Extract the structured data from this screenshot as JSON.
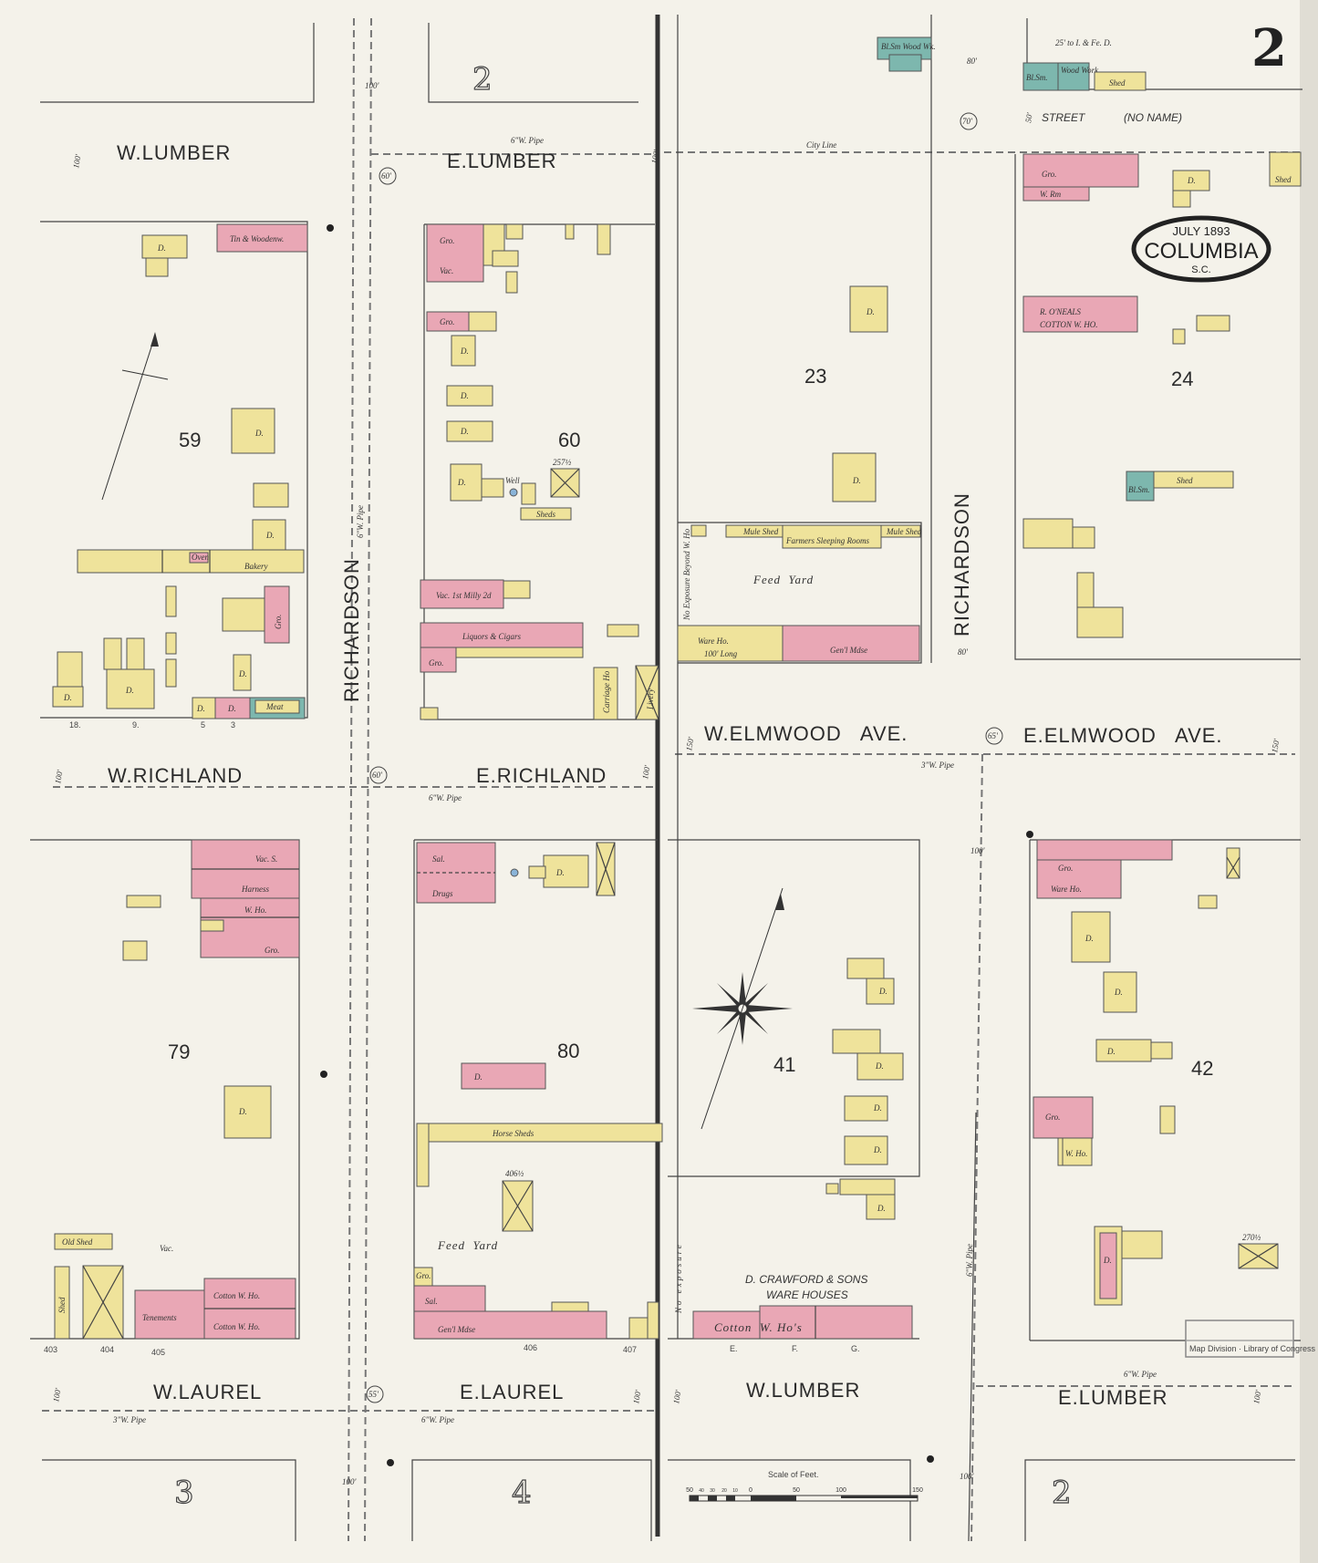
{
  "sheet": {
    "number": "2",
    "title": {
      "date": "JULY 1893",
      "city": "COLUMBIA",
      "state": "S.C."
    }
  },
  "colors": {
    "paper": "#f4f2ea",
    "brick": "#e9a7b5",
    "frame": "#efe39b",
    "stone": "#7db7ae"
  },
  "streets": {
    "w_lumber_top": "W.LUMBER",
    "e_lumber_top": "E.LUMBER",
    "w_richland": "W.RICHLAND",
    "e_richland": "E.RICHLAND",
    "w_laurel": "W.LAUREL",
    "e_laurel": "E.LAUREL",
    "w_lumber_bottom": "W.LUMBER",
    "e_lumber_bottom": "E.LUMBER",
    "richardson_west": "RICHARDSON",
    "richardson_east": "RICHARDSON",
    "w_elmwood": "W.ELMWOOD   AVE.",
    "e_elmwood": "E.ELMWOOD   AVE.",
    "no_name": "STREET",
    "no_name_note": "(NO NAME)",
    "city_line": "City Line"
  },
  "widths": {
    "w100": "100'",
    "w60": "60'",
    "w70": "70'",
    "w80": "80'",
    "w50": "50'",
    "w65": "65'",
    "w55": "55'",
    "w150": "150'"
  },
  "pipes": {
    "six": "6\"W. Pipe",
    "three": "3\"W. Pipe"
  },
  "blocks": {
    "b59": "59",
    "b60": "60",
    "b23": "23",
    "b24": "24",
    "b79": "79",
    "b80": "80",
    "b41": "41",
    "b42": "42"
  },
  "adjoining": {
    "top": "2",
    "bottom_left": "3",
    "bottom_mid": "4",
    "bottom_right": "2"
  },
  "labels": {
    "tin": "Tin & Woodenw.",
    "bakery": "Bakery",
    "oven": "Oven",
    "gro": "Gro.",
    "meat": "Meat",
    "d": "D.",
    "vac_milly": "Vac. 1st Milly 2d",
    "liquors": "Liquors & Cigars",
    "carriage": "Carriage Ho",
    "livery": "Livery",
    "sheds": "Sheds",
    "well": "Well",
    "num_257h": "257½",
    "bl_sm": "Bl.Sm.",
    "wood_wk": "Wood Work",
    "bl_sm_wood": "Bl.Sm Wood Wk.",
    "shed": "Shed",
    "w_rm": "W. Rm",
    "oneals": "R. O'NEALS",
    "cotton_who": "COTTON W. HO.",
    "mule_shed": "Mule Shed",
    "farmers": "Farmers Sleeping Rooms",
    "ware_ho": "Ware Ho.",
    "ware_ho_long": "100' Long",
    "genl_mdse": "Gen'l Mdse",
    "vac_s": "Vac. S.",
    "harness": "Harness",
    "w_ho": "W. Ho.",
    "cotton_w_ho": "Cotton W. Ho.",
    "tenements": "Tenements",
    "old_shed": "Old Shed",
    "vac": "Vac.",
    "sal": "Sal.",
    "drugs": "Drugs",
    "horse_sheds": "Horse Sheds",
    "num_406h": "406½",
    "cotton_whos": "Cotton  W. Ho's",
    "num_270h": "270½"
  },
  "notes": {
    "fire_dist": "25' to I. & Fe. D.",
    "feed_yard": "Feed  Yard",
    "no_exposure_beyond": "No Exposure Beyond W. Ho",
    "no_exposure": "No exposure",
    "crawford": "D. CRAWFORD & SONS",
    "ware_houses": "WARE HOUSES",
    "stamp": "Map Division · Library of Congress"
  },
  "scale": {
    "title": "Scale of Feet.",
    "ticks": [
      "50",
      "40",
      "30",
      "20",
      "10",
      "0",
      "50",
      "100",
      "150"
    ]
  }
}
